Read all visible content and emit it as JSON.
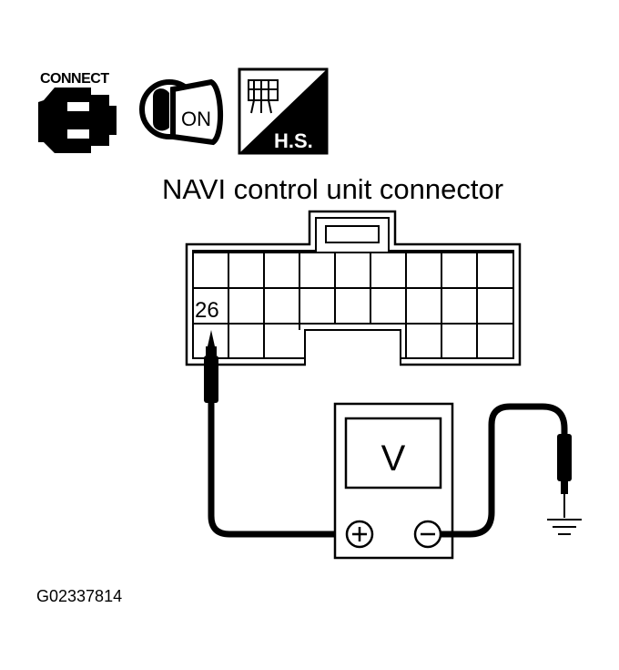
{
  "icons": {
    "connect_label": "CONNECT",
    "ignition_label": "ON",
    "harness_label": "H.S."
  },
  "diagram": {
    "connector_title": "NAVI control unit connector",
    "terminal_number": "26",
    "meter_label": "V",
    "plus_symbol": "+",
    "minus_symbol": "−"
  },
  "figure_id": "G02337814"
}
